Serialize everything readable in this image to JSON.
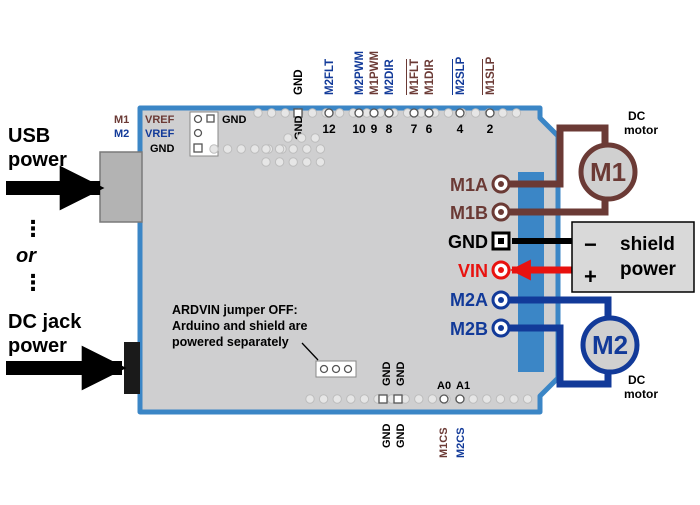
{
  "colors": {
    "board": "#cfcfd0",
    "board_edge": "#3b86c6",
    "motor1": "#6b3a35",
    "motor2": "#123a99",
    "vin": "#e8120f",
    "black": "#000000",
    "shield_box": "#d9d9d9"
  },
  "power_sources": {
    "usb": [
      "USB",
      "power"
    ],
    "dc_jack": [
      "DC jack",
      "power"
    ],
    "or": "or",
    "dots": "⋮"
  },
  "top_header": {
    "pins": [
      {
        "label": "GND",
        "color": "black"
      },
      {
        "label": "M2FLT",
        "color": "motor2"
      },
      {
        "label": "M2PWM",
        "color": "motor2"
      },
      {
        "label": "M1PWM",
        "color": "motor1"
      },
      {
        "label": "M2DIR",
        "color": "motor2"
      },
      {
        "label": "M1FLT",
        "color": "motor1"
      },
      {
        "label": "M1DIR",
        "color": "motor1"
      },
      {
        "label": "M2SLP",
        "color": "motor2"
      },
      {
        "label": "M1SLP",
        "color": "motor1"
      }
    ],
    "board_pins": [
      "GND",
      "12",
      "10",
      "9",
      "8",
      "7",
      "6",
      "4",
      "2"
    ]
  },
  "left_header": {
    "m1": "M1",
    "m2": "M2",
    "vref": "VREF",
    "gnd": "GND",
    "gnd_right": "GND"
  },
  "terminals": {
    "m1a": "M1A",
    "m1b": "M1B",
    "gnd": "GND",
    "vin": "VIN",
    "m2a": "M2A",
    "m2b": "M2B"
  },
  "motors": {
    "m1": {
      "label": "M1",
      "caption": [
        "DC",
        "motor"
      ]
    },
    "m2": {
      "label": "M2",
      "caption": [
        "DC",
        "motor"
      ]
    }
  },
  "shield_power": {
    "minus": "−",
    "plus": "+",
    "label": [
      "shield",
      "power"
    ]
  },
  "jumper_note": [
    "ARDVIN jumper OFF:",
    "Arduino and shield are",
    "powered separately"
  ],
  "bottom_header": {
    "gnd_top": [
      "GND",
      "GND"
    ],
    "analog": [
      "A0",
      "A1"
    ],
    "gnd_bottom": [
      "GND",
      "GND"
    ],
    "current_sense": [
      {
        "label": "M1CS",
        "color": "motor1"
      },
      {
        "label": "M2CS",
        "color": "motor2"
      }
    ]
  }
}
